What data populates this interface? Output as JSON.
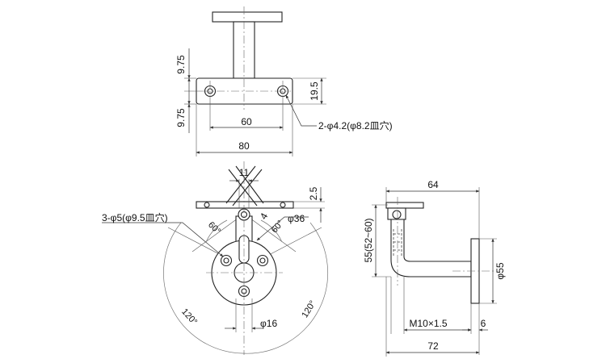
{
  "drawing": {
    "top_view": {
      "dim_9_75_upper": "9.75",
      "dim_9_75_lower": "9.75",
      "dim_19_5": "19.5",
      "dim_60": "60",
      "dim_80": "80",
      "hole_note": "2-φ4.2(φ8.2皿穴)"
    },
    "front_view": {
      "dim_11": "11",
      "dim_2_5": "2.5",
      "dim_4": "4",
      "dim_36": "φ36",
      "dim_16": "φ16",
      "hole_note": "3-φ5(φ9.5皿穴)",
      "angle_60_left": "60°",
      "angle_60_right": "60°",
      "angle_120_left": "120°",
      "angle_120_right": "120°"
    },
    "side_view": {
      "dim_64": "64",
      "dim_55": "55(52~60)",
      "dim_55_dia": "φ55",
      "dim_m10": "M10×1.5",
      "dim_6": "6",
      "dim_72": "72"
    }
  }
}
